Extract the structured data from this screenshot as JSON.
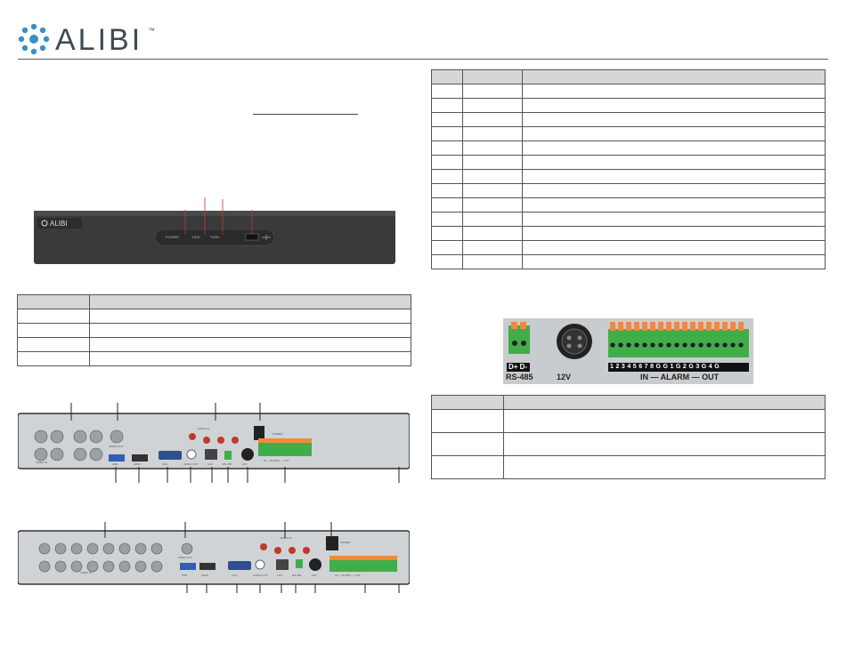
{
  "brand": {
    "name": "ALIBI",
    "tm": "™",
    "accent": "#3a8fc4"
  },
  "front_panel": {
    "labels": [
      "POWER",
      "HDD",
      "Tx/Rx"
    ],
    "usb_icon": "usb-icon"
  },
  "alarm_block": {
    "rs485_pins": "D+ D-",
    "rs485_label": "RS-485",
    "power_label": "12V",
    "alarm_pins": "1 2 3 4 5 6 7 8 G G 1 G 2 G 3 G 4 G",
    "alarm_label": "IN — ALARM — OUT"
  },
  "rear_panel_8": {
    "labels": [
      "VIDEO IN",
      "VIDEO OUT",
      "AUDIO IN",
      "POWER",
      "USB",
      "HDMI",
      "VGA",
      "AUDIO OUT",
      "LAN",
      "RS-485",
      "12V",
      "IN — ALARM — OUT"
    ]
  },
  "rear_panel_16": {
    "labels": [
      "VIDEO IN",
      "VIDEO OUT",
      "AUDIO IN",
      "POWER",
      "USB",
      "HDMI",
      "VGA",
      "AUDIO OUT",
      "LAN",
      "RS-485",
      "12V",
      "IN — ALARM — OUT"
    ]
  },
  "colors": {
    "panel": "#3c3c3c",
    "rear": "#cfd3d6",
    "terminal": "#f08a3a",
    "green": "#3fae49",
    "callout": "#c0392b"
  }
}
